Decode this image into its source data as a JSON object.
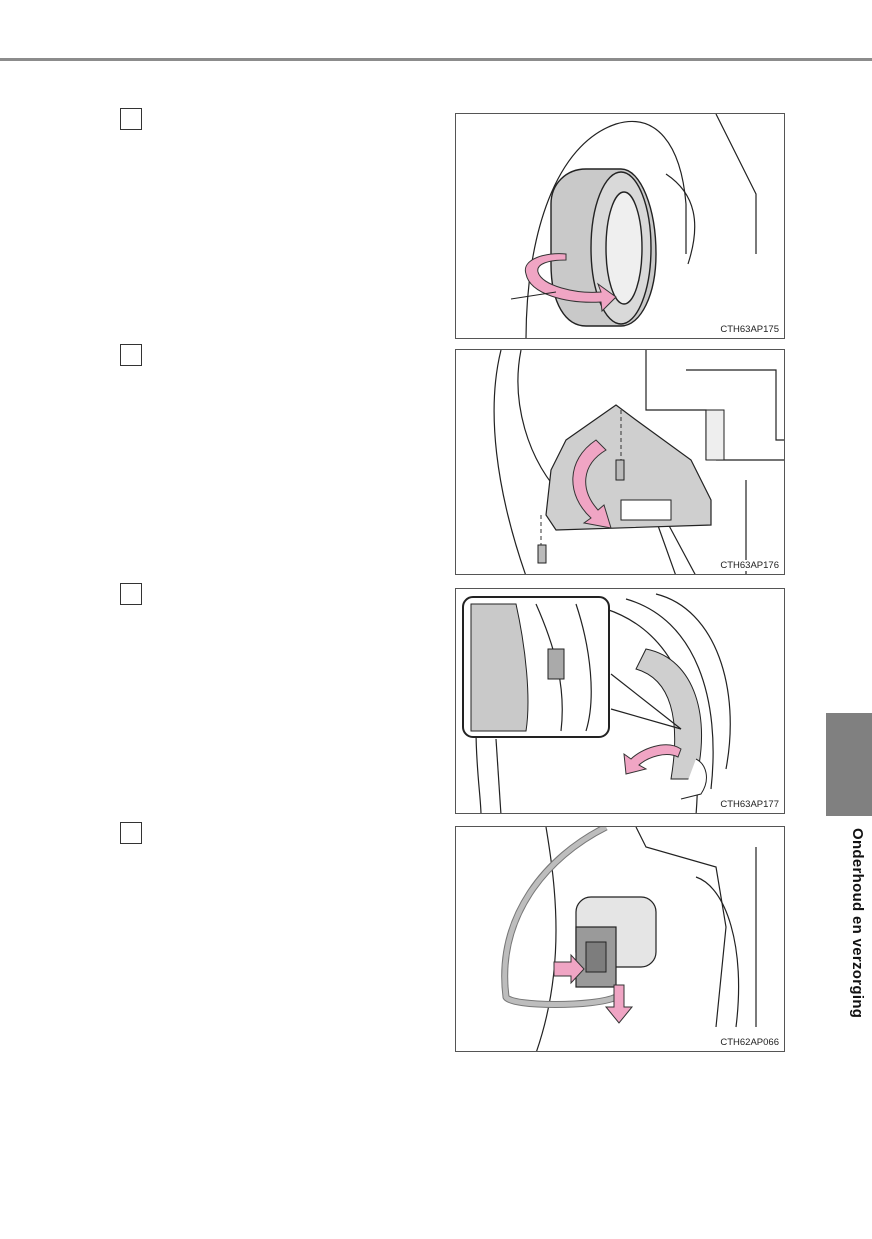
{
  "figures": [
    {
      "code": "CTH63AP175"
    },
    {
      "code": "CTH63AP176"
    },
    {
      "code": "CTH63AP177"
    },
    {
      "code": "CTH62AP066"
    }
  ],
  "side_tab": {
    "label": "Onderhoud en verzorging"
  },
  "colors": {
    "accent_arrow": "#f0a5c4",
    "tab_gray": "#808080",
    "rule_gray": "#8c8c8c"
  }
}
